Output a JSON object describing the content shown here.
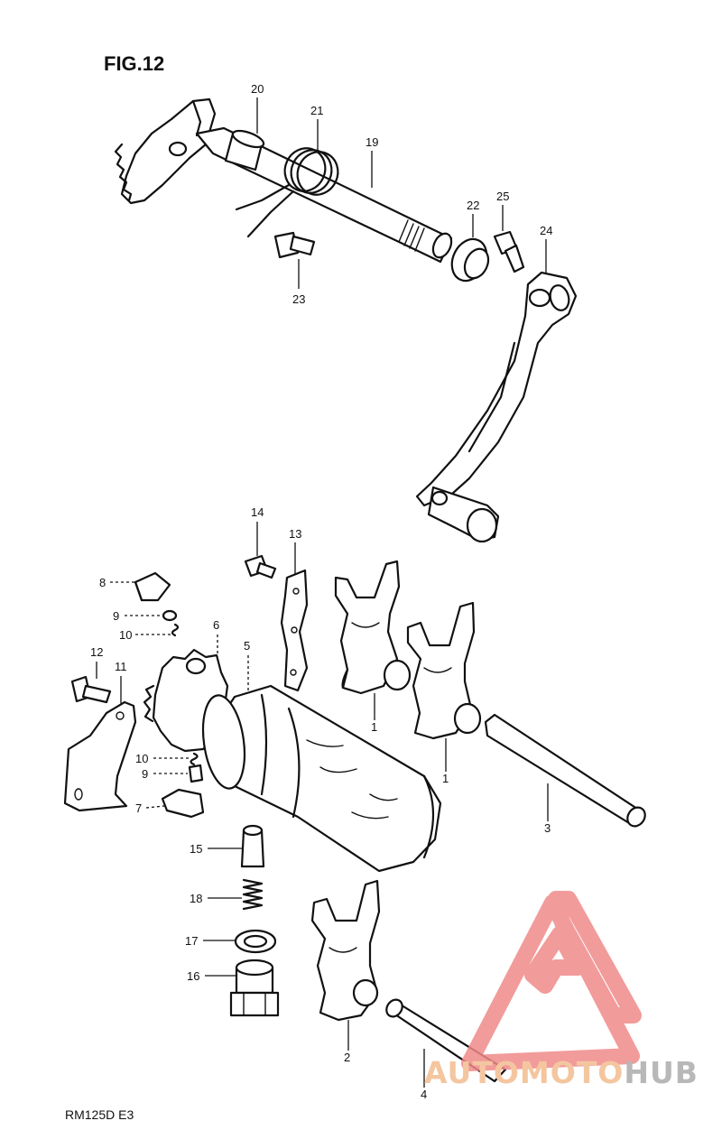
{
  "figure": {
    "title": "FIG.12",
    "model_code": "RM125D E3"
  },
  "callouts": {
    "c1a": "1",
    "c1b": "1",
    "c2": "2",
    "c3": "3",
    "c4": "4",
    "c5": "5",
    "c6": "6",
    "c7": "7",
    "c8": "8",
    "c9a": "9",
    "c9b": "9",
    "c10a": "10",
    "c10b": "10",
    "c11": "11",
    "c12": "12",
    "c13": "13",
    "c14": "14",
    "c15": "15",
    "c16": "16",
    "c17": "17",
    "c18": "18",
    "c19": "19",
    "c20": "20",
    "c21": "21",
    "c22": "22",
    "c23": "23",
    "c24": "24",
    "c25": "25"
  },
  "watermark": {
    "part1": "AUTO",
    "part2": "MOTO",
    "part3": "HUB",
    "colors": {
      "logo": "#f08a8a",
      "auto": "#f4c6a0",
      "hub": "#b8b8b8"
    }
  }
}
